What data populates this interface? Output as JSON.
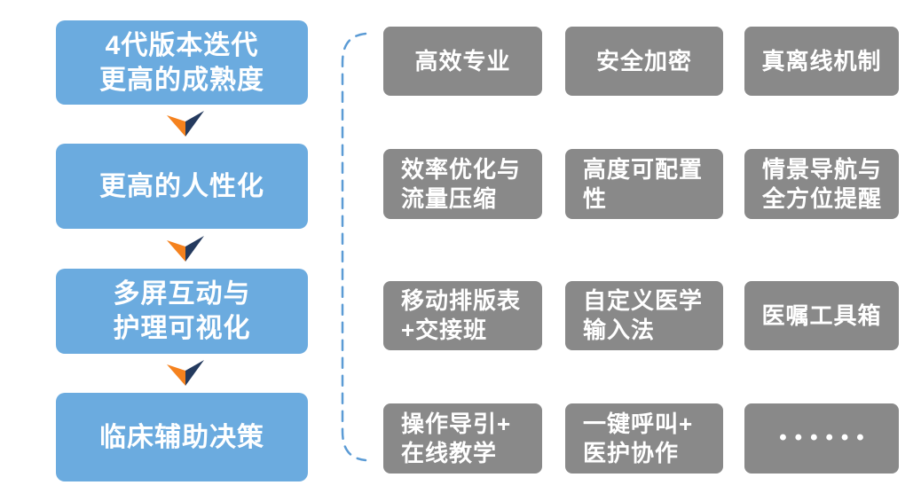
{
  "colors": {
    "step_box": "#6BABDF",
    "feature_box": "#898989",
    "arrow_left": "#F5821E",
    "arrow_right": "#243A5E",
    "brace": "#5B9BD5",
    "text": "#FFFFFF"
  },
  "left_column": {
    "steps": [
      {
        "lines": [
          "4代版本迭代",
          "更高的成熟度"
        ]
      },
      {
        "lines": [
          "更高的人性化"
        ]
      },
      {
        "lines": [
          "多屏互动与",
          "护理可视化"
        ]
      },
      {
        "lines": [
          "临床辅助决策"
        ]
      }
    ]
  },
  "features": {
    "rows": [
      {
        "cells": [
          {
            "lines": [
              "高效专业"
            ]
          },
          {
            "lines": [
              "安全加密"
            ]
          },
          {
            "lines": [
              "真离线机制"
            ]
          }
        ]
      },
      {
        "cells": [
          {
            "lines": [
              "效率优化与",
              "流量压缩"
            ]
          },
          {
            "lines": [
              "高度可配置",
              "性"
            ]
          },
          {
            "lines": [
              "情景导航与",
              "全方位提醒"
            ]
          }
        ]
      },
      {
        "cells": [
          {
            "lines": [
              "移动排版表",
              "+交接班"
            ]
          },
          {
            "lines": [
              "自定义医学",
              "输入法"
            ]
          },
          {
            "lines": [
              "医嘱工具箱"
            ]
          }
        ]
      },
      {
        "cells": [
          {
            "lines": [
              "操作导引+",
              "在线教学"
            ]
          },
          {
            "lines": [
              "一键呼叫+",
              "医护协作"
            ]
          },
          {
            "lines": [
              "••••••"
            ]
          }
        ]
      }
    ]
  }
}
